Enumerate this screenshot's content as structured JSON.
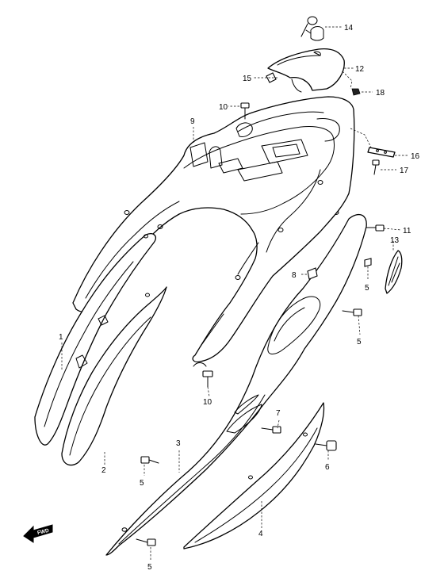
{
  "diagram": {
    "forward_label": "FWD",
    "callouts": {
      "c1": "1",
      "c2": "2",
      "c3": "3",
      "c4": "4",
      "c5a": "5",
      "c5b": "5",
      "c5c": "5",
      "c5d": "5",
      "c6": "6",
      "c7": "7",
      "c8": "8",
      "c9": "9",
      "c10a": "10",
      "c10b": "10",
      "c11": "11",
      "c12": "12",
      "c13": "13",
      "c14": "14",
      "c15": "15",
      "c16": "16",
      "c17": "17",
      "c18": "18"
    }
  }
}
